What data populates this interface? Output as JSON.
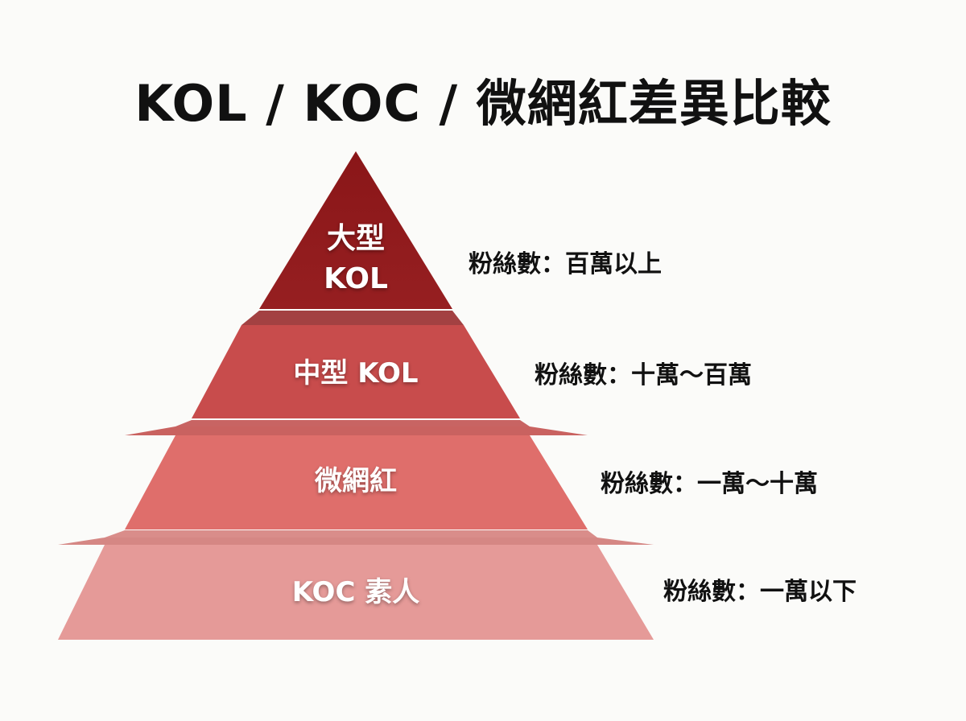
{
  "title": "KOL / KOC / 微網紅差異比較",
  "colors": {
    "background": "#fbfbf9",
    "tier1": "#8e1a1c",
    "tier2": "#c84c4c",
    "tier3": "#df6e6b",
    "tier4": "#e59a98",
    "text": "#111111"
  },
  "tiers": [
    {
      "label_line1": "大型",
      "label_line2": "KOL",
      "fans_label": "粉絲數：",
      "fans_value": "百萬以上"
    },
    {
      "label": "中型 KOL",
      "fans_label": "粉絲數：",
      "fans_value": "十萬～百萬"
    },
    {
      "label": "微網紅",
      "fans_label": "粉絲數：",
      "fans_value": "一萬～十萬"
    },
    {
      "label": "KOC 素人",
      "fans_label": "粉絲數：",
      "fans_value": "一萬以下"
    }
  ]
}
